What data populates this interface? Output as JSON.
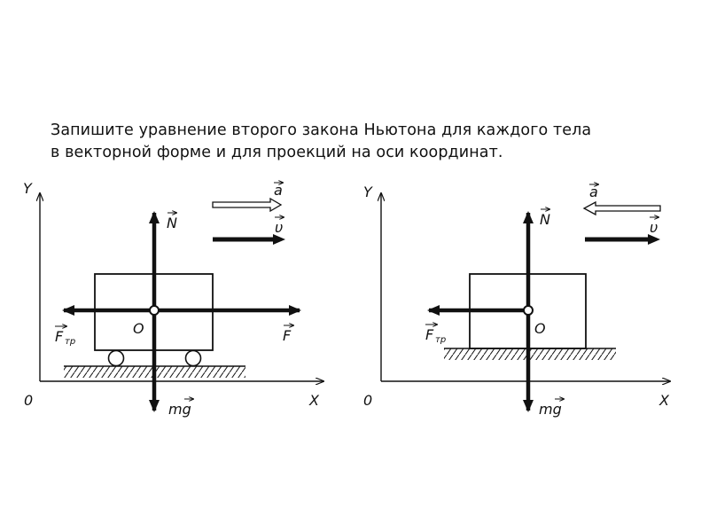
{
  "task": {
    "line1": "Запишите уравнение второго закона Ньютона для каждого тела",
    "line2": "в векторной форме и для проекций на оси координат."
  },
  "diagram_left": {
    "axis_y": "Y",
    "axis_x": "X",
    "origin": "0",
    "center": "O",
    "normal_force": "N",
    "gravity": "mg",
    "friction": "F",
    "friction_sub": "тр",
    "applied_force": "F",
    "acceleration": "a",
    "velocity": "υ"
  },
  "diagram_right": {
    "axis_y": "Y",
    "axis_x": "X",
    "origin": "0",
    "center": "O",
    "normal_force": "N",
    "gravity": "mg",
    "friction": "F",
    "friction_sub": "тр",
    "acceleration": "a",
    "velocity": "υ"
  }
}
